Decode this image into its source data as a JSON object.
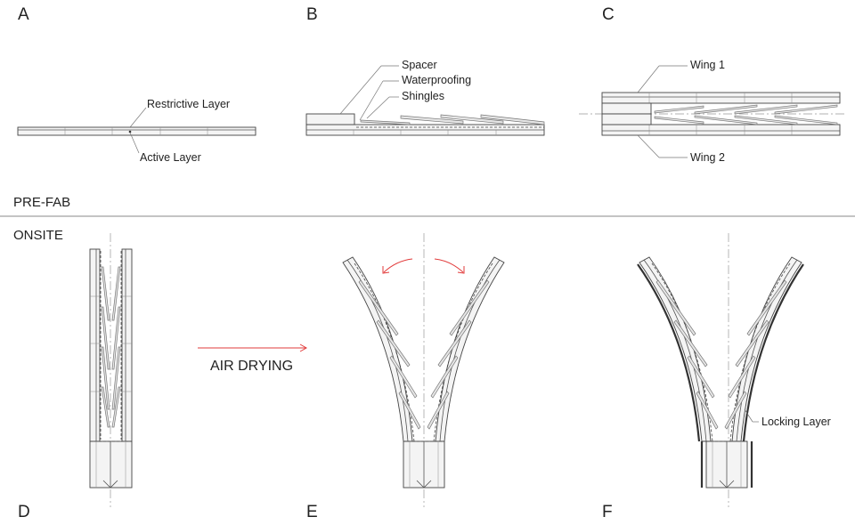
{
  "panels": {
    "a": "A",
    "b": "B",
    "c": "C",
    "d": "D",
    "e": "E",
    "f": "F"
  },
  "sections": {
    "prefab": "PRE-FAB",
    "onsite": "ONSITE"
  },
  "callouts": {
    "restrictive_layer": "Restrictive Layer",
    "active_layer": "Active Layer",
    "spacer": "Spacer",
    "waterproofing": "Waterproofing",
    "shingles": "Shingles",
    "wing1": "Wing 1",
    "wing2": "Wing 2",
    "locking_layer": "Locking Layer"
  },
  "process": {
    "air_drying": "AIR DRYING"
  },
  "colors": {
    "arrow": "#e23b3b",
    "line": "#444444"
  }
}
